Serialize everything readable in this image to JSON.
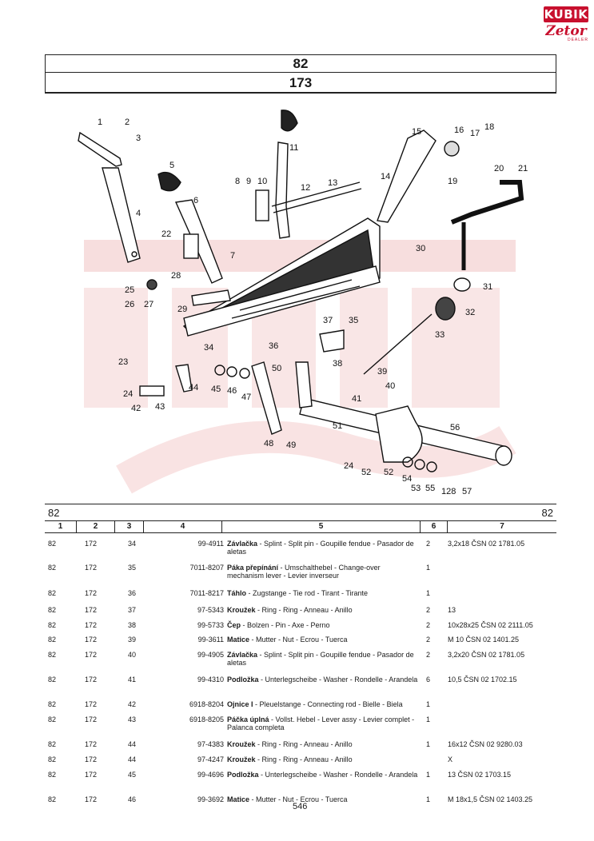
{
  "header": {
    "group": "82",
    "figure": "173"
  },
  "logo": {
    "brand": "KUBIK",
    "product": "Zetor",
    "sub": "DEALER"
  },
  "table": {
    "group_left": "82",
    "group_right": "82",
    "columns": [
      "1",
      "2",
      "3",
      "4",
      "5",
      "6",
      "7"
    ],
    "rows": [
      {
        "c1": "82",
        "c2": "172",
        "c3": "34",
        "c4": "99-4911",
        "name": "Závlačka",
        "desc": " - Splint - Split pin - Goupille fendue - Pasador de aletas",
        "qty": "2",
        "note": "3,2x18 ČSN 02 1781.05"
      },
      {
        "c1": "82",
        "c2": "172",
        "c3": "35",
        "c4": "7011-8207",
        "name": "Páka přepínání",
        "desc": " - Umschalthebel - Change-over mechanism lever - Levier inverseur",
        "qty": "1",
        "note": ""
      },
      {
        "c1": "82",
        "c2": "172",
        "c3": "36",
        "c4": "7011-8217",
        "name": "Táhlo",
        "desc": " - Zugstange - Tie rod - Tirant - Tirante",
        "qty": "1",
        "note": ""
      },
      {
        "c1": "82",
        "c2": "172",
        "c3": "37",
        "c4": "97-5343",
        "name": "Kroužek",
        "desc": " - Ring - Ring - Anneau - Anillo",
        "qty": "2",
        "note": "13"
      },
      {
        "c1": "82",
        "c2": "172",
        "c3": "38",
        "c4": "99-5733",
        "name": "Čep",
        "desc": " - Bolzen - Pin - Axe - Perno",
        "qty": "2",
        "note": "10x28x25 ČSN 02 2111.05"
      },
      {
        "c1": "82",
        "c2": "172",
        "c3": "39",
        "c4": "99-3611",
        "name": "Matice",
        "desc": " - Mutter - Nut - Ecrou - Tuerca",
        "qty": "2",
        "note": "M 10 ČSN 02 1401.25"
      },
      {
        "c1": "82",
        "c2": "172",
        "c3": "40",
        "c4": "99-4905",
        "name": "Závlačka",
        "desc": " - Splint - Split pin - Goupille fendue - Pasador de aletas",
        "qty": "2",
        "note": "3,2x20 ČSN 02 1781.05"
      },
      {
        "c1": "82",
        "c2": "172",
        "c3": "41",
        "c4": "99-4310",
        "name": "Podložka",
        "desc": " - Unterlegscheibe - Washer - Rondelle - Arandela",
        "qty": "6",
        "note": "10,5 ČSN 02 1702.15"
      },
      {
        "c1": "82",
        "c2": "172",
        "c3": "42",
        "c4": "6918-8204",
        "name": "Ojnice I",
        "desc": " - Pleuelstange - Connecting rod - Bielle - Biela",
        "qty": "1",
        "note": ""
      },
      {
        "c1": "82",
        "c2": "172",
        "c3": "43",
        "c4": "6918-8205",
        "name": "Páčka úplná",
        "desc": " - Vollst. Hebel - Lever assy - Levier complet - Palanca completa",
        "qty": "1",
        "note": ""
      },
      {
        "c1": "82",
        "c2": "172",
        "c3": "44",
        "c4": "97-4383",
        "name": "Kroužek",
        "desc": " - Ring - Ring - Anneau - Anillo",
        "qty": "1",
        "note": "16x12 ČSN 02 9280.03"
      },
      {
        "c1": "82",
        "c2": "172",
        "c3": "44",
        "c4": "97-4247",
        "name": "Kroužek",
        "desc": " - Ring - Ring - Anneau - Anillo",
        "qty": "",
        "note": "X"
      },
      {
        "c1": "82",
        "c2": "172",
        "c3": "45",
        "c4": "99-4696",
        "name": "Podložka",
        "desc": " - Unterlegscheibe - Washer - Rondelle - Arandela",
        "qty": "1",
        "note": "13 ČSN 02 1703.15"
      },
      {
        "c1": "82",
        "c2": "172",
        "c3": "46",
        "c4": "99-3692",
        "name": "Matice",
        "desc": " - Mutter - Nut - Ecrou - Tuerca",
        "qty": "1",
        "note": "M 18x1,5 ČSN 02 1403.25"
      }
    ]
  },
  "page_number": "546"
}
